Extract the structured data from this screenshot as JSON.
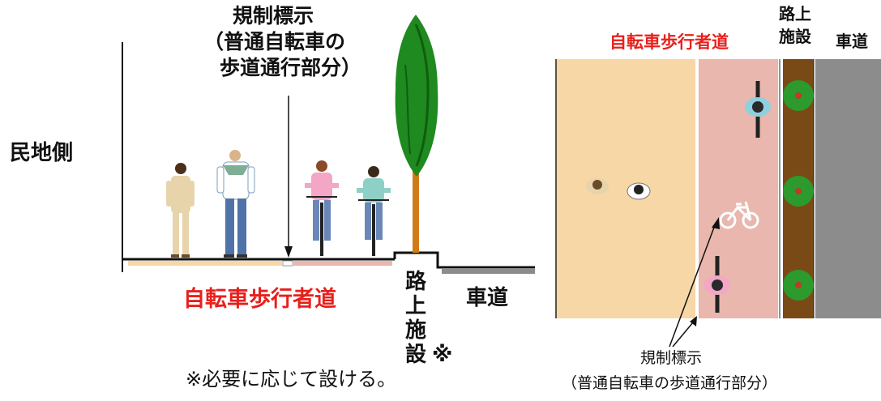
{
  "colors": {
    "sidewalk_beige": "#f7d7a6",
    "bike_lane_pink": "#e9b7ad",
    "road_gray": "#8c8c8c",
    "planter_brown": "#7a4a16",
    "tree_green": "#1f8a1f",
    "label_red": "#e8201c",
    "text": "#111111"
  },
  "left": {
    "sign_label": [
      "規制標示",
      "（普通自転車の",
      "歩道通行部分）"
    ],
    "side_label": "民地側",
    "path_label": "自転車歩行者道",
    "facility_label": [
      "路",
      "上",
      "施",
      "設"
    ],
    "facility_mark": "※",
    "road_label": "車道",
    "note": "※必要に応じて設ける。"
  },
  "right": {
    "path_label": "自転車歩行者道",
    "facility_label": [
      "路上",
      "施設"
    ],
    "road_label": "車道",
    "sign_label": [
      "規制標示",
      "（普通自転車の歩道通行部分）"
    ]
  },
  "icons": [
    "person-walking-icon",
    "cyclist-icon",
    "tree-icon",
    "bicycle-marking-icon",
    "shrub-icon"
  ]
}
